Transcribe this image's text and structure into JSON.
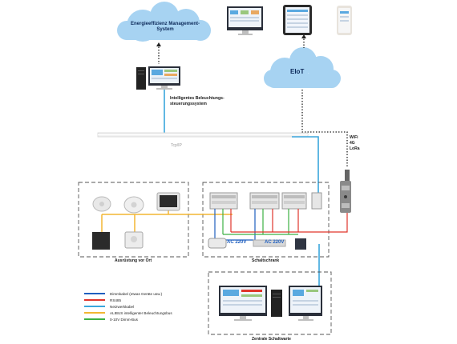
{
  "clouds": {
    "energy": "Energieeffizienz Management-System",
    "eiot": "EIoT"
  },
  "labels": {
    "controller": "Intelligentes Beleuchtungs- steuerungssystem",
    "bus": "Tcp/IP",
    "wireless": [
      "WiFi",
      "4G",
      "LoRa"
    ],
    "field_group": "Ausrüstung vor Ort",
    "cabinet_group": "Schaltschrank",
    "control_room": "Zentrale Schaltwarte",
    "power_left": "AC 220V",
    "power_right": "AC 220V"
  },
  "legend": [
    {
      "label": "Dimmkabel (etwas Geräte usw.)",
      "color": "#1f5fbf"
    },
    {
      "label": "RS485",
      "color": "#e0342b"
    },
    {
      "label": "Netzwerkkabel",
      "color": "#3aa6dc"
    },
    {
      "label": "ALIBUS intelligenter Beleuchtungsbus",
      "color": "#f2b632"
    },
    {
      "label": "0-10V Dimm-Bus",
      "color": "#3cb043"
    }
  ],
  "icons": [
    "cloud-icon",
    "monitor-icon",
    "tablet-icon",
    "phone-icon",
    "pc-tower-icon",
    "sensor-icon",
    "touch-panel-icon",
    "relay-module-icon",
    "antenna-gateway-icon"
  ],
  "colors": {
    "cloud": "#a7d3f2",
    "network": "#3aa6dc",
    "rs485": "#e0342b",
    "bus": "#f2b632",
    "dimm": "#1f5fbf",
    "dim010": "#3cb043"
  }
}
